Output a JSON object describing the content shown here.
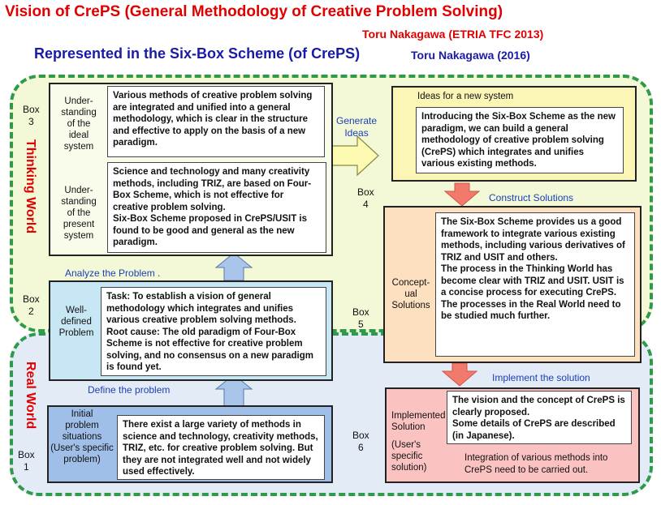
{
  "header": {
    "title": "Vision of CrePS (General Methodology of Creative Problem Solving)",
    "author1": "Toru Nakagawa (ETRIA TFC 2013)",
    "subtitle": "Represented in the Six-Box Scheme (of CrePS)",
    "author2": "Toru Nakagawa (2016)"
  },
  "worlds": {
    "thinking": "Thinking World",
    "real": "Real World"
  },
  "labels": {
    "box1": "Box\n1",
    "box2": "Box\n2",
    "box3": "Box\n3",
    "box4": "Box\n4",
    "box5": "Box\n5",
    "box6": "Box\n6"
  },
  "arrows": {
    "define": "Define the problem",
    "analyze": "Analyze the Problem .",
    "generate": "Generate\nIdeas",
    "construct": "Construct Solutions",
    "implement": "Implement  the solution"
  },
  "box1": {
    "label": "Initial\nproblem\nsituations\n(User's specific\nproblem)",
    "text": "There exist a large variety of methods in science and technology, creativity methods, TRIZ, etc. for creative problem solving.  But they are not integrated well and not widely used effectively."
  },
  "box2": {
    "label": "Well-\ndefined\nProblem",
    "text": "Task: To establish a vision of general methodology which integrates and unifies various creative problem solving methods.\nRoot cause:  The old paradigm of Four-Box Scheme is not effective for creative problem solving, and no consensus on a new paradigm is found yet."
  },
  "box3": {
    "label_ideal": "Under-\nstanding\nof the\nideal\nsystem",
    "text_ideal": "Various methods of creative problem solving are integrated and unified into a general methodology, which is clear in the structure and effective to apply on the basis of a new paradigm.",
    "label_present": "Under-\nstanding\nof the\npresent\nsystem",
    "text_present": "Science and technology and many creativity methods, including TRIZ, are based on Four-Box Scheme, which is not effective for creative problem solving.\nSix-Box Scheme proposed in CrePS/USIT is found to be good and general as the new paradigm."
  },
  "box4": {
    "title": "Ideas for a new system",
    "text": "Introducing the Six-Box Scheme as the new paradigm, we can build a general methodology of creative problem solving (CrePS) which integrates and unifies various existing methods."
  },
  "box5": {
    "label": "Concept-\nual\nSolutions",
    "text": "The Six-Box Scheme provides us a good framework to integrate various existing methods, including various derivatives of  TRIZ and USIT and others.\nThe process in the Thinking World has become clear with TRIZ and USIT.  USIT is a concise process for executing CrePS.  The processes in the Real World need to be studied much further."
  },
  "box6": {
    "label": "Implemented\nSolution",
    "label2": "(User's\nspecific\nsolution)",
    "text": "The vision and the concept of CrePS is clearly proposed.\nSome details of CrePS are described (in Japanese).",
    "note": "Integration of various methods into CrePS need to be carried out."
  },
  "colors": {
    "title_red": "#e00000",
    "subtitle_blue": "#1a1aa8",
    "border_green": "#2e9a4a",
    "box1_fill": "#9fbfe8",
    "box2_fill": "#c7e7f5",
    "box4_fill": "#fbf6b5",
    "box5_fill": "#fce0c0",
    "box6_fill": "#fbc2c2"
  }
}
